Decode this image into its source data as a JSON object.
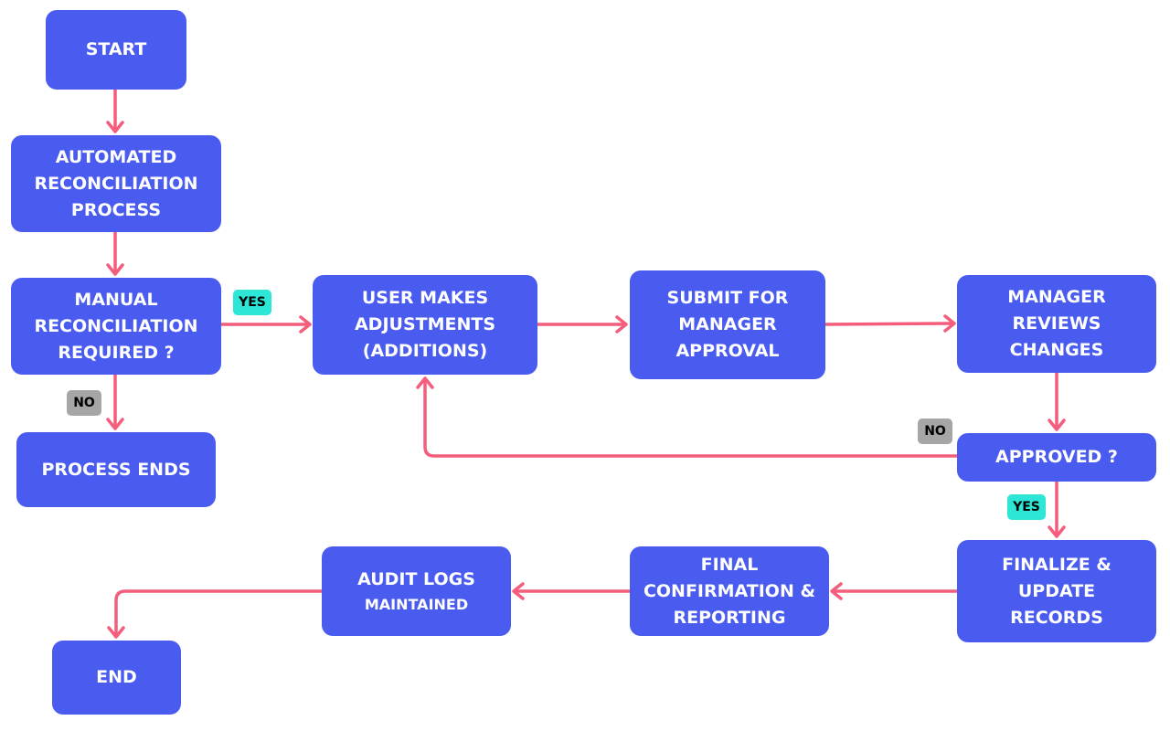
{
  "colors": {
    "node_fill": "#4a5bef",
    "node_text": "#ffffff",
    "arrow": "#f45d7c",
    "yes_badge": "#2ee6d6",
    "no_badge": "#a6a6a6"
  },
  "nodes": {
    "start": {
      "lines": [
        "START"
      ]
    },
    "automated": {
      "lines": [
        "AUTOMATED",
        "RECONCILIATION",
        "PROCESS"
      ]
    },
    "manual": {
      "lines": [
        "MANUAL",
        "RECONCILIATION",
        "REQUIRED ?"
      ]
    },
    "process_ends": {
      "lines": [
        "PROCESS ENDS"
      ]
    },
    "user_adjust": {
      "lines": [
        "USER MAKES",
        "ADJUSTMENTS",
        "(ADDITIONS)"
      ]
    },
    "submit": {
      "lines": [
        "SUBMIT FOR",
        "MANAGER",
        "APPROVAL"
      ]
    },
    "manager_reviews": {
      "lines": [
        "MANAGER",
        "REVIEWS",
        "CHANGES"
      ]
    },
    "approved": {
      "lines": [
        "APPROVED ?"
      ]
    },
    "finalize": {
      "lines": [
        "FINALIZE &",
        "UPDATE",
        "RECORDS"
      ]
    },
    "final_confirmation": {
      "lines": [
        "FINAL",
        "CONFIRMATION &",
        "REPORTING"
      ]
    },
    "audit_logs": {
      "lines": [
        "AUDIT LOGS",
        "MAINTAINED"
      ]
    },
    "end": {
      "lines": [
        "END"
      ]
    }
  },
  "badges": {
    "manual_yes": "YES",
    "manual_no": "NO",
    "approved_no": "NO",
    "approved_yes": "YES"
  }
}
